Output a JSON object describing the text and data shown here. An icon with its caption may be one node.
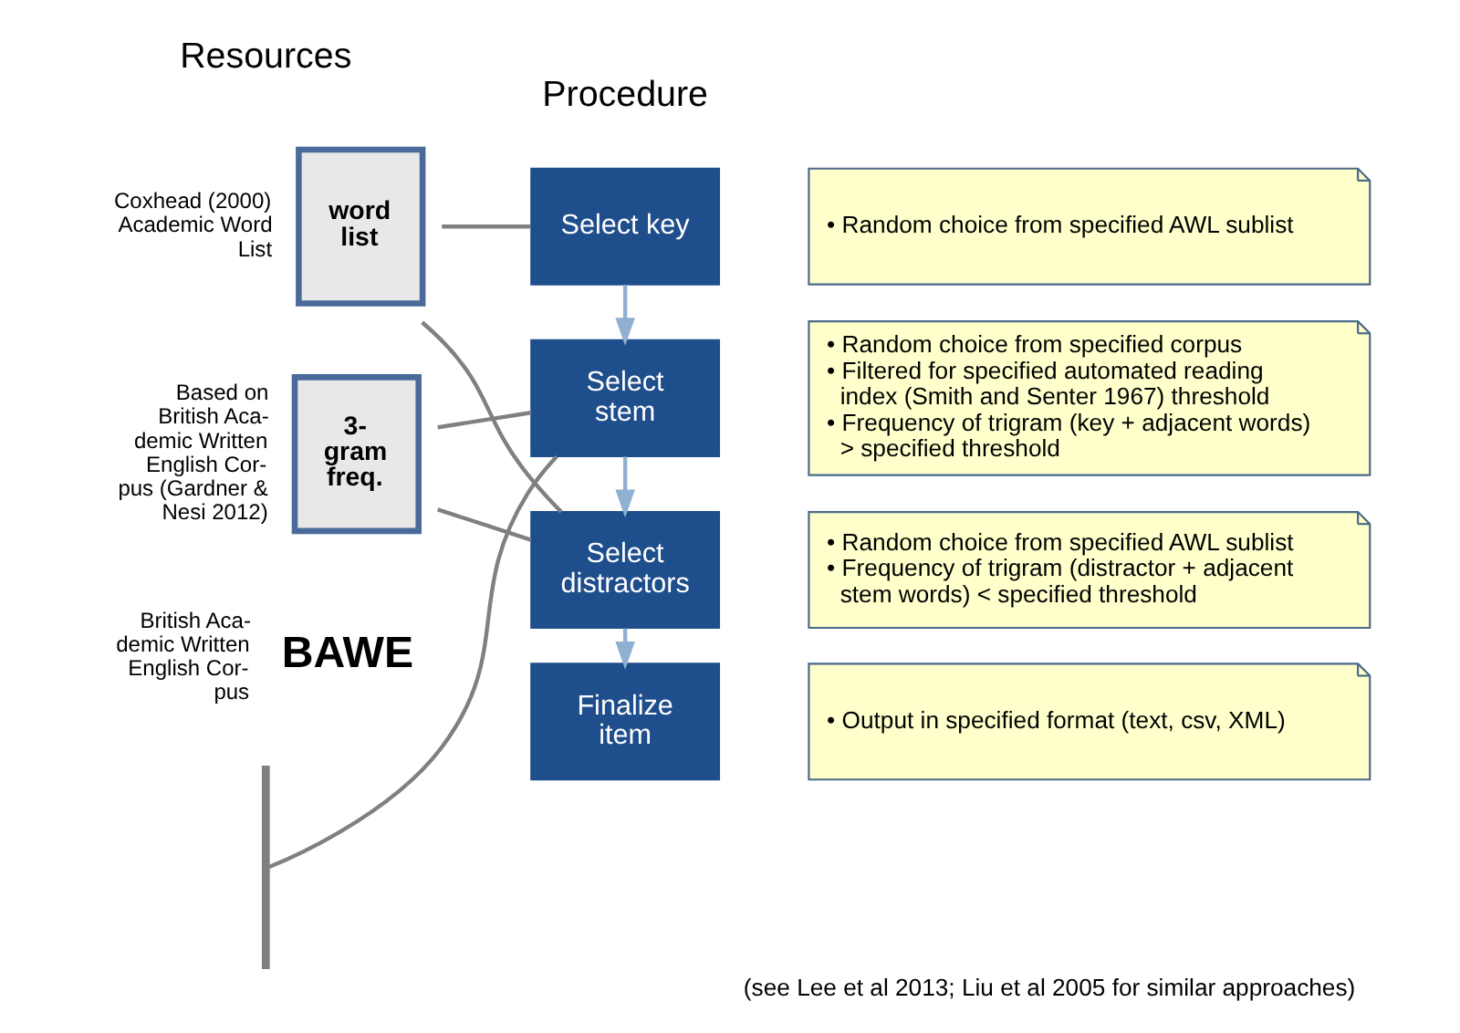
{
  "diagram": {
    "caption": "(see Lee et al 2013; Liu et al 2005 for similar approaches)",
    "nodes": [
      {
        "text": [
          "word list"
        ],
        "beside": [
          "Coxhead (2000) Academic Word List"
        ]
      },
      {
        "text": [
          "3- gram freq."
        ],
        "beside": [
          "Based on British Aca- demic Written English Cor- pus (Gardner & Nesi 2012)"
        ]
      },
      {
        "text": [
          "BAWE"
        ],
        "beside": [
          "British Aca- demic Written English Cor- pus"
        ]
      },
      {
        "text": [],
        "shape": "bar"
      },
      {
        "text": [
          "Select key"
        ]
      },
      {
        "text": [
          "• Random choice from specified AWL sublist"
        ]
      },
      {
        "text": [
          "Select stem"
        ]
      },
      {
        "text": [
          "• Random choice from specified corpus",
          "• Filtered for specified automated reading index (Smith and Senter 1967) threshold",
          "• Frequency of trigram (key + adjacent words) > specified threshold"
        ]
      },
      {
        "text": [
          "Select distractors"
        ]
      },
      {
        "text": [
          "• Random choice from specified AWL sublist",
          "• Frequency of trigram (distractor + adjacent stem words) < specified threshold"
        ]
      },
      {
        "text": [
          "Finalize item"
        ]
      },
      {
        "text": [
          "• Output in specified format (text, csv, XML)"
        ]
      }
    ],
    "edges": [
      {
        "from": 0,
        "to": 4,
        "arrow": "none"
      },
      {
        "from": 0,
        "to": 8,
        "arrow": "none"
      },
      {
        "from": 1,
        "to": 6,
        "arrow": "none"
      },
      {
        "from": 1,
        "to": 8,
        "arrow": "none"
      },
      {
        "from": 3,
        "to": 6,
        "arrow": "none"
      },
      {
        "from": 4,
        "to": 6,
        "arrow": "to",
        "color": "#8fb0d0"
      },
      {
        "from": 6,
        "to": 8,
        "arrow": "to",
        "color": "#8fb0d0"
      },
      {
        "from": 8,
        "to": 10,
        "arrow": "to",
        "color": "#8fb0d0"
      }
    ],
    "labels": [
      "Resources",
      "Procedure"
    ]
  }
}
